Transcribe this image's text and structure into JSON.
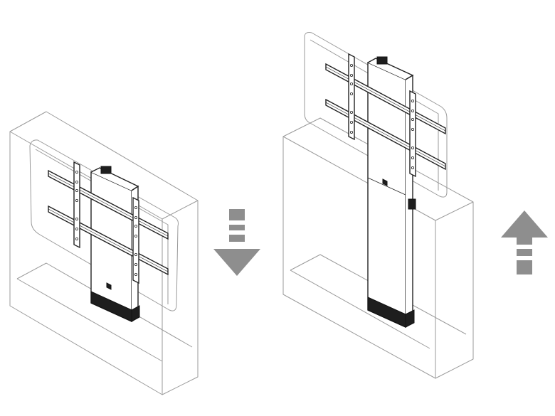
{
  "diagram": {
    "panels": [
      {
        "state": "lowered",
        "motion_arrow": "down"
      },
      {
        "state": "raised",
        "motion_arrow": "up"
      }
    ],
    "colors": {
      "cabinet_line": "#9a9a9a",
      "mount_line": "#222222",
      "arrow": "#8e8e8e",
      "background": "#ffffff"
    }
  }
}
